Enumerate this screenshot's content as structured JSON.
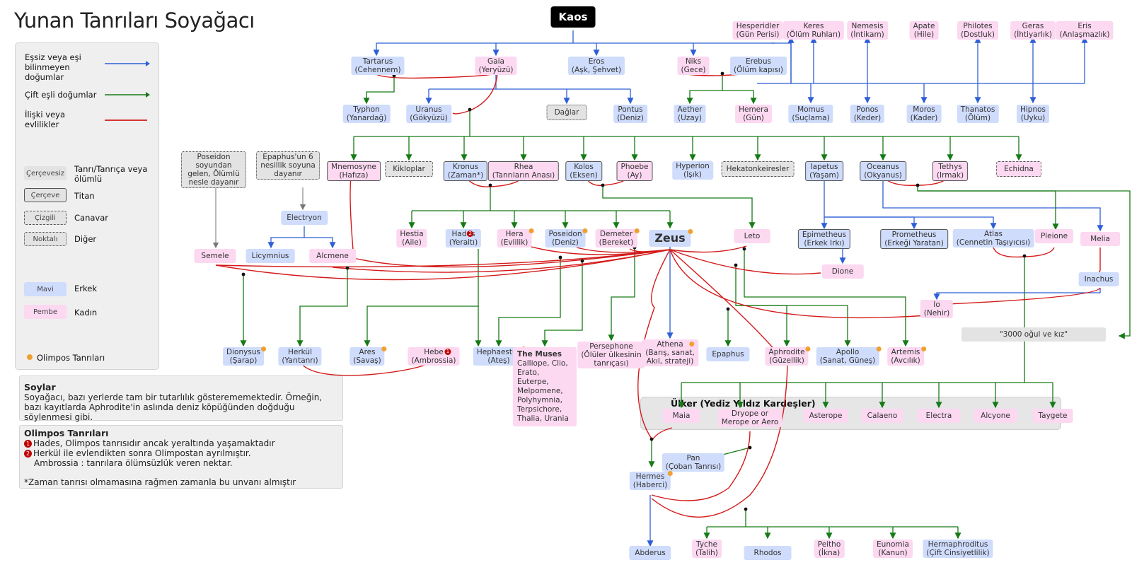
{
  "title": "Yunan Tanrıları Soyağacı",
  "legend": {
    "lines": [
      {
        "label": "Eşsiz veya eşi bilinmeyen doğumlar",
        "color": "#2f5fd6"
      },
      {
        "label": "Çift eşli doğumlar",
        "color": "#167a16"
      },
      {
        "label": "İlişki veya evlilikler",
        "color": "#d41919"
      }
    ],
    "styles": [
      {
        "swatch": "Çerçevesiz",
        "label": "Tanrı/Tanrıça veya ölümlü"
      },
      {
        "swatch": "Çerçeve",
        "label": "Titan"
      },
      {
        "swatch": "Çizgili",
        "label": "Canavar"
      },
      {
        "swatch": "Noktalı",
        "label": "Diğer"
      }
    ],
    "colors": [
      {
        "swatch": "Mavi",
        "label": "Erkek",
        "color": "#cfdcfc"
      },
      {
        "swatch": "Pembe",
        "label": "Kadın",
        "color": "#fcd8f1"
      }
    ],
    "olympians": "Olimpos Tanrıları"
  },
  "notes": {
    "soylar_title": "Soylar",
    "soylar_text": "Soyağacı, bazı yerlerde tam bir tutarlılık gösterememektedir. Örneğin, bazı kayıtlarda Aphrodite'in aslında deniz köpüğünden doğduğu söylenmesi gibi.",
    "olimpos_title": "Olimpos Tanrıları",
    "olimpos_1": "Hades, Olimpos tanrısıdır ancak yeraltında yaşamaktadır",
    "olimpos_2": "Herkül ile evlendikten sonra Olimpostan ayrılmıştır.",
    "olimpos_3": "Ambrossia : tanrılara ölümsüzlük veren nektar.",
    "olimpos_4": "*Zaman tanrısı olmamasına rağmen zamanla bu unvanı almıştır"
  },
  "nodes": {
    "kaos": "Kaos",
    "tartarus": "Tartarus\n(Cehennem)",
    "gaia": "Gaia\n(Yeryüzü)",
    "eros": "Eros\n(Aşk, Şehvet)",
    "niks": "Niks\n(Gece)",
    "erebus": "Erebus\n(Ölüm kapısı)",
    "hesperidler": "Hesperidler\n(Gün Perisi)",
    "keres": "Keres\n(Ölüm Ruhları)",
    "nemesis": "Nemesis\n(İntikam)",
    "apate": "Apate\n(Hile)",
    "philotes": "Philotes\n(Dostluk)",
    "geras": "Geras\n(İhtiyarlık)",
    "eris": "Eris\n(Anlaşmazlık)",
    "typhon": "Typhon\n(Yanardağ)",
    "uranus": "Uranus\n(Gökyüzü)",
    "daglar": "Dağlar",
    "pontus": "Pontus\n(Deniz)",
    "aether": "Aether\n(Uzay)",
    "hemera": "Hemera\n(Gün)",
    "momus": "Momus\n(Suçlama)",
    "ponos": "Ponos\n(Keder)",
    "moros": "Moros\n(Kader)",
    "thanatos": "Thanatos\n(Ölüm)",
    "hipnos": "Hipnos\n(Uyku)",
    "poseidon_note": "Poseidon soyundan gelen, Ölümlü nesle dayanır",
    "epaphus_note": "Epaphus'un 6 nesillik soyuna dayanır",
    "mnemosyne": "Mnemosyne\n(Hafıza)",
    "kikloplar": "Kikloplar",
    "kronus": "Kronus\n(Zaman*)",
    "rhea": "Rhea\n(Tanrıların Anası)",
    "kolos": "Kolos\n(Eksen)",
    "phoebe": "Phoebe\n(Ay)",
    "hyperion": "Hyperion\n(Işık)",
    "hekatonkeiresler": "Hekatonkeiresler",
    "iapetus": "Iapetus\n(Yaşam)",
    "oceanus": "Oceanus\n(Okyanus)",
    "tethys": "Tethys\n(Irmak)",
    "echidna": "Echidna",
    "electryon": "Electryon",
    "licymnius": "Licymnius",
    "alcmene": "Alcmene",
    "semele": "Semele",
    "hestia": "Hestia\n(Aile)",
    "hades": "Hades\n(Yeraltı)",
    "hera": "Hera\n(Evlilik)",
    "poseidon": "Poseidon\n(Deniz)",
    "demeter": "Demeter\n(Bereket)",
    "zeus": "Zeus",
    "leto": "Leto",
    "epimetheus": "Epimetheus\n(Erkek Irkı)",
    "prometheus": "Prometheus\n(Erkeği Yaratan)",
    "atlas": "Atlas\n(Cennetin Taşıyıcısı)",
    "pleione": "Pleione",
    "melia": "Melia",
    "dione": "Dione",
    "inachus": "Inachus",
    "io": "Io\n(Nehir)",
    "sons_daughters": "\"3000 oğul ve kız\"",
    "dionysus": "Dionysus\n(Şarap)",
    "herkul": "Herkül\n(Yarıtanrı)",
    "ares": "Ares\n(Savaş)",
    "hebe": "Hebe\n(Ambrossia)",
    "hephaestus": "Hephaestus\n(Ateş)",
    "muses_title": "The Muses",
    "muses_list": "Calliope, Clio, Erato, Euterpe, Melpomene, Polyhymnia, Terpsichore, Thalia, Urania",
    "persephone": "Persephone\n(Ölüler ülkesinin\ntanrıçası)",
    "athena": "Athena\n(Barış, sanat,\nAkıl, strateji)",
    "epaphus": "Epaphus",
    "aphrodite": "Aphrodite\n(Güzellik)",
    "apollo": "Apollo\n(Sanat, Güneş)",
    "artemis": "Artemis\n(Avcılık)",
    "pleiades_title": "Ülker (Yediz Yıldız Kardeşler)",
    "maia": "Maia",
    "dryope": "Dryope or\nMerope or Aero",
    "asterope": "Asterope",
    "calaeno": "Calaeno",
    "electra": "Electra",
    "alcyone": "Alcyone",
    "taygete": "Taygete",
    "pan": "Pan\n(Çoban Tanrısı)",
    "hermes": "Hermes\n(Haberci)",
    "abderus": "Abderus",
    "tyche": "Tyche\n(Talih)",
    "rhodos": "Rhodos",
    "peitho": "Peitho\n(İkna)",
    "eunomia": "Eunomia\n(Kanun)",
    "hermaphroditus": "Hermaphroditus\n(Çift Cinsiyetlilik)"
  },
  "colors": {
    "male": "#cfdcfc",
    "female": "#fcd8f1",
    "other": "#e3e3e3",
    "single_birth": "#2f5fd6",
    "dual_birth": "#167a16",
    "relation": "#d41919",
    "olympian": "#f0a030"
  }
}
